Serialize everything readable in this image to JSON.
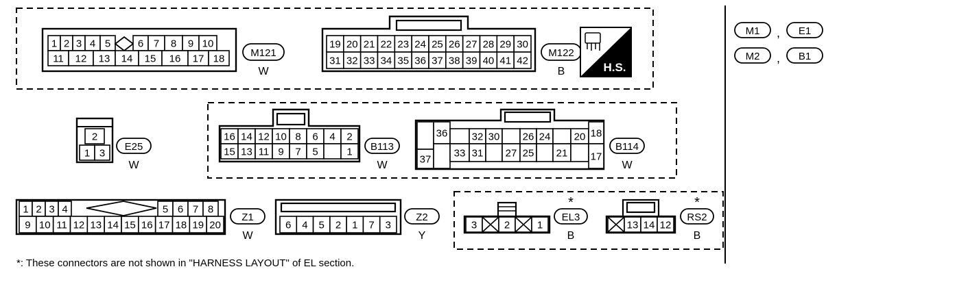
{
  "legend": [
    {
      "a": "M1",
      "sep": ",",
      "b": "E1"
    },
    {
      "a": "M2",
      "sep": ",",
      "b": "B1"
    }
  ],
  "hs_badge": "H.S.",
  "footnote": "*: These connectors are not shown in \"HARNESS LAYOUT\" of EL section.",
  "connectors": {
    "M121": {
      "id": "M121",
      "color": "W",
      "top": [
        "1",
        "2",
        "3",
        "4",
        "5",
        "",
        "6",
        "7",
        "8",
        "9",
        "10"
      ],
      "bottom": [
        "11",
        "12",
        "13",
        "14",
        "15",
        "16",
        "17",
        "18"
      ]
    },
    "M122": {
      "id": "M122",
      "color": "B",
      "top": [
        "19",
        "20",
        "21",
        "22",
        "23",
        "24",
        "25",
        "26",
        "27",
        "28",
        "29",
        "30"
      ],
      "bottom": [
        "31",
        "32",
        "33",
        "34",
        "35",
        "36",
        "37",
        "38",
        "39",
        "40",
        "41",
        "42"
      ]
    },
    "E25": {
      "id": "E25",
      "color": "W",
      "top": [
        "2"
      ],
      "bottom": [
        "1",
        "3"
      ]
    },
    "B113": {
      "id": "B113",
      "color": "W",
      "top": [
        "16",
        "14",
        "12",
        "10",
        "8",
        "6",
        "4",
        "2"
      ],
      "bottom": [
        "15",
        "13",
        "11",
        "9",
        "7",
        "5",
        "",
        "1"
      ]
    },
    "B114": {
      "id": "B114",
      "color": "W",
      "top": [
        "36",
        "32",
        "30",
        "26",
        "24",
        "20",
        "18"
      ],
      "bottom": [
        "37",
        "33",
        "31",
        "27",
        "25",
        "21",
        "17"
      ]
    },
    "Z1": {
      "id": "Z1",
      "color": "W",
      "top": [
        "1",
        "2",
        "3",
        "4",
        "5",
        "6",
        "7",
        "8"
      ],
      "bottom": [
        "9",
        "10",
        "11",
        "12",
        "13",
        "14",
        "15",
        "16",
        "17",
        "18",
        "19",
        "20"
      ]
    },
    "Z2": {
      "id": "Z2",
      "color": "Y",
      "bottom": [
        "6",
        "4",
        "5",
        "2",
        "1",
        "7",
        "3"
      ]
    },
    "EL3": {
      "id": "EL3",
      "color": "B",
      "star": "*",
      "pins": [
        "3",
        "",
        "2",
        "",
        "1"
      ]
    },
    "RS2": {
      "id": "RS2",
      "color": "B",
      "star": "*",
      "pins": [
        "",
        "13",
        "14",
        "12"
      ]
    }
  },
  "colors": {
    "line": "#000000",
    "background": "#ffffff"
  }
}
